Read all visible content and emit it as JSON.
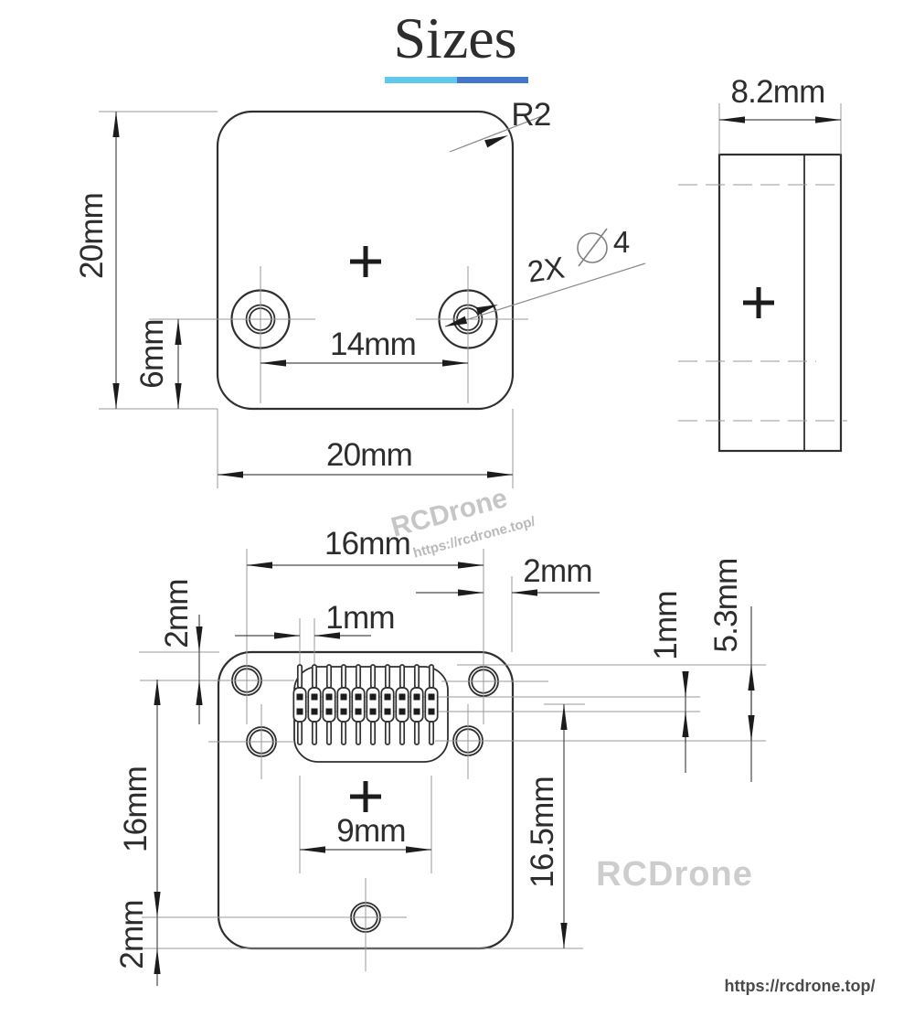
{
  "title": "Sizes",
  "colors": {
    "title_blue": "#1987d3",
    "underline_left": "#5ec9ec",
    "underline_right": "#4377c9"
  },
  "front_view": {
    "dims": {
      "height": "20mm",
      "width": "20mm",
      "hole_offset": "6mm",
      "hole_spacing": "14mm",
      "corner_radius": "R2",
      "hole_qty": "2X",
      "hole_dia": "4"
    }
  },
  "side_view": {
    "dims": {
      "depth": "8.2mm"
    }
  },
  "back_view": {
    "dims": {
      "hole_spacing": "16mm",
      "right_edge_offset": "2mm",
      "pin_pitch": "1mm",
      "top_edge_offset": "2mm",
      "vertical_hole_span": "16mm",
      "bottom_edge_offset": "2mm",
      "row_spacing": "1mm",
      "connector_offset": "5.3mm",
      "bottom_hole_offset": "16.5mm",
      "pin_row_span": "9mm"
    }
  },
  "watermark": {
    "brand": "RCDrone",
    "url": "https://rcdrone.top/"
  },
  "footer": {
    "url": "https://rcdrone.top/"
  }
}
